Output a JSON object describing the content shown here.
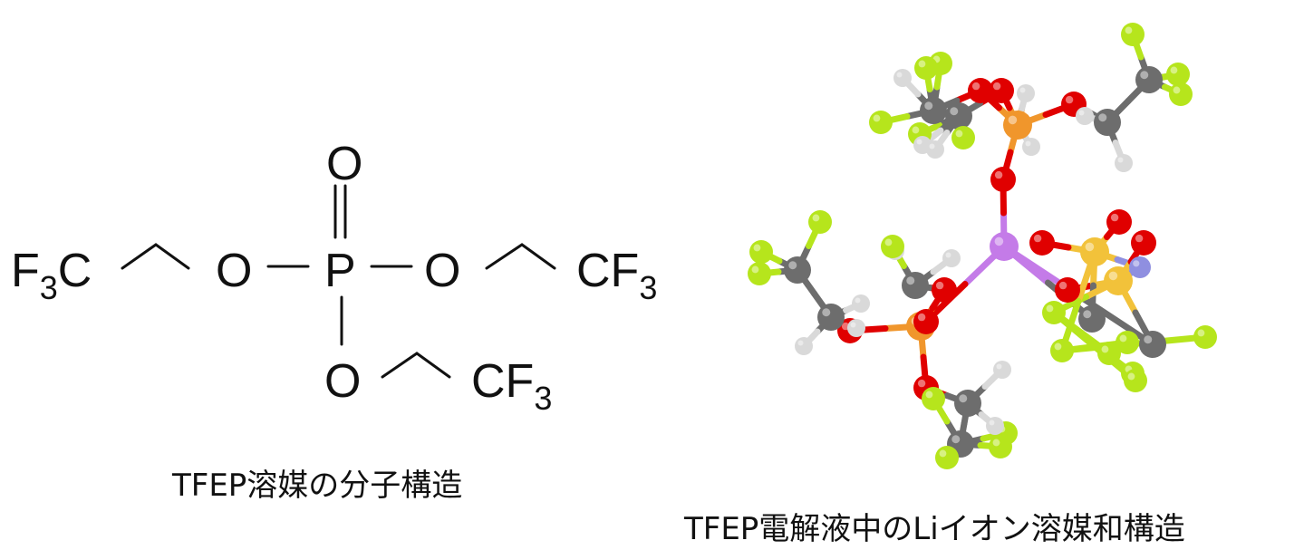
{
  "structure_2d": {
    "labels": {
      "O_double": "O",
      "P": "P",
      "O_left": "O",
      "O_right": "O",
      "O_bottom": "O"
    },
    "left_group": {
      "main_a": "F",
      "sub": "3",
      "main_b": "C"
    },
    "right_group": {
      "main": "CF",
      "sub": "3"
    },
    "bottom_group": {
      "main": "CF",
      "sub": "3"
    },
    "caption": "TFEP溶媒の分子構造"
  },
  "structure_3d": {
    "caption": "TFEP電解液中のLiイオン溶媒和構造",
    "colors": {
      "fluorine": "#b6e51c",
      "carbon": "#6d6d6d",
      "hydrogen": "#d9d9d9",
      "oxygen": "#e00000",
      "phosphorus": "#f0962c",
      "sulfur": "#f2c23a",
      "lithium": "#c47be8",
      "nitrogen": "#8f8fe0"
    }
  }
}
